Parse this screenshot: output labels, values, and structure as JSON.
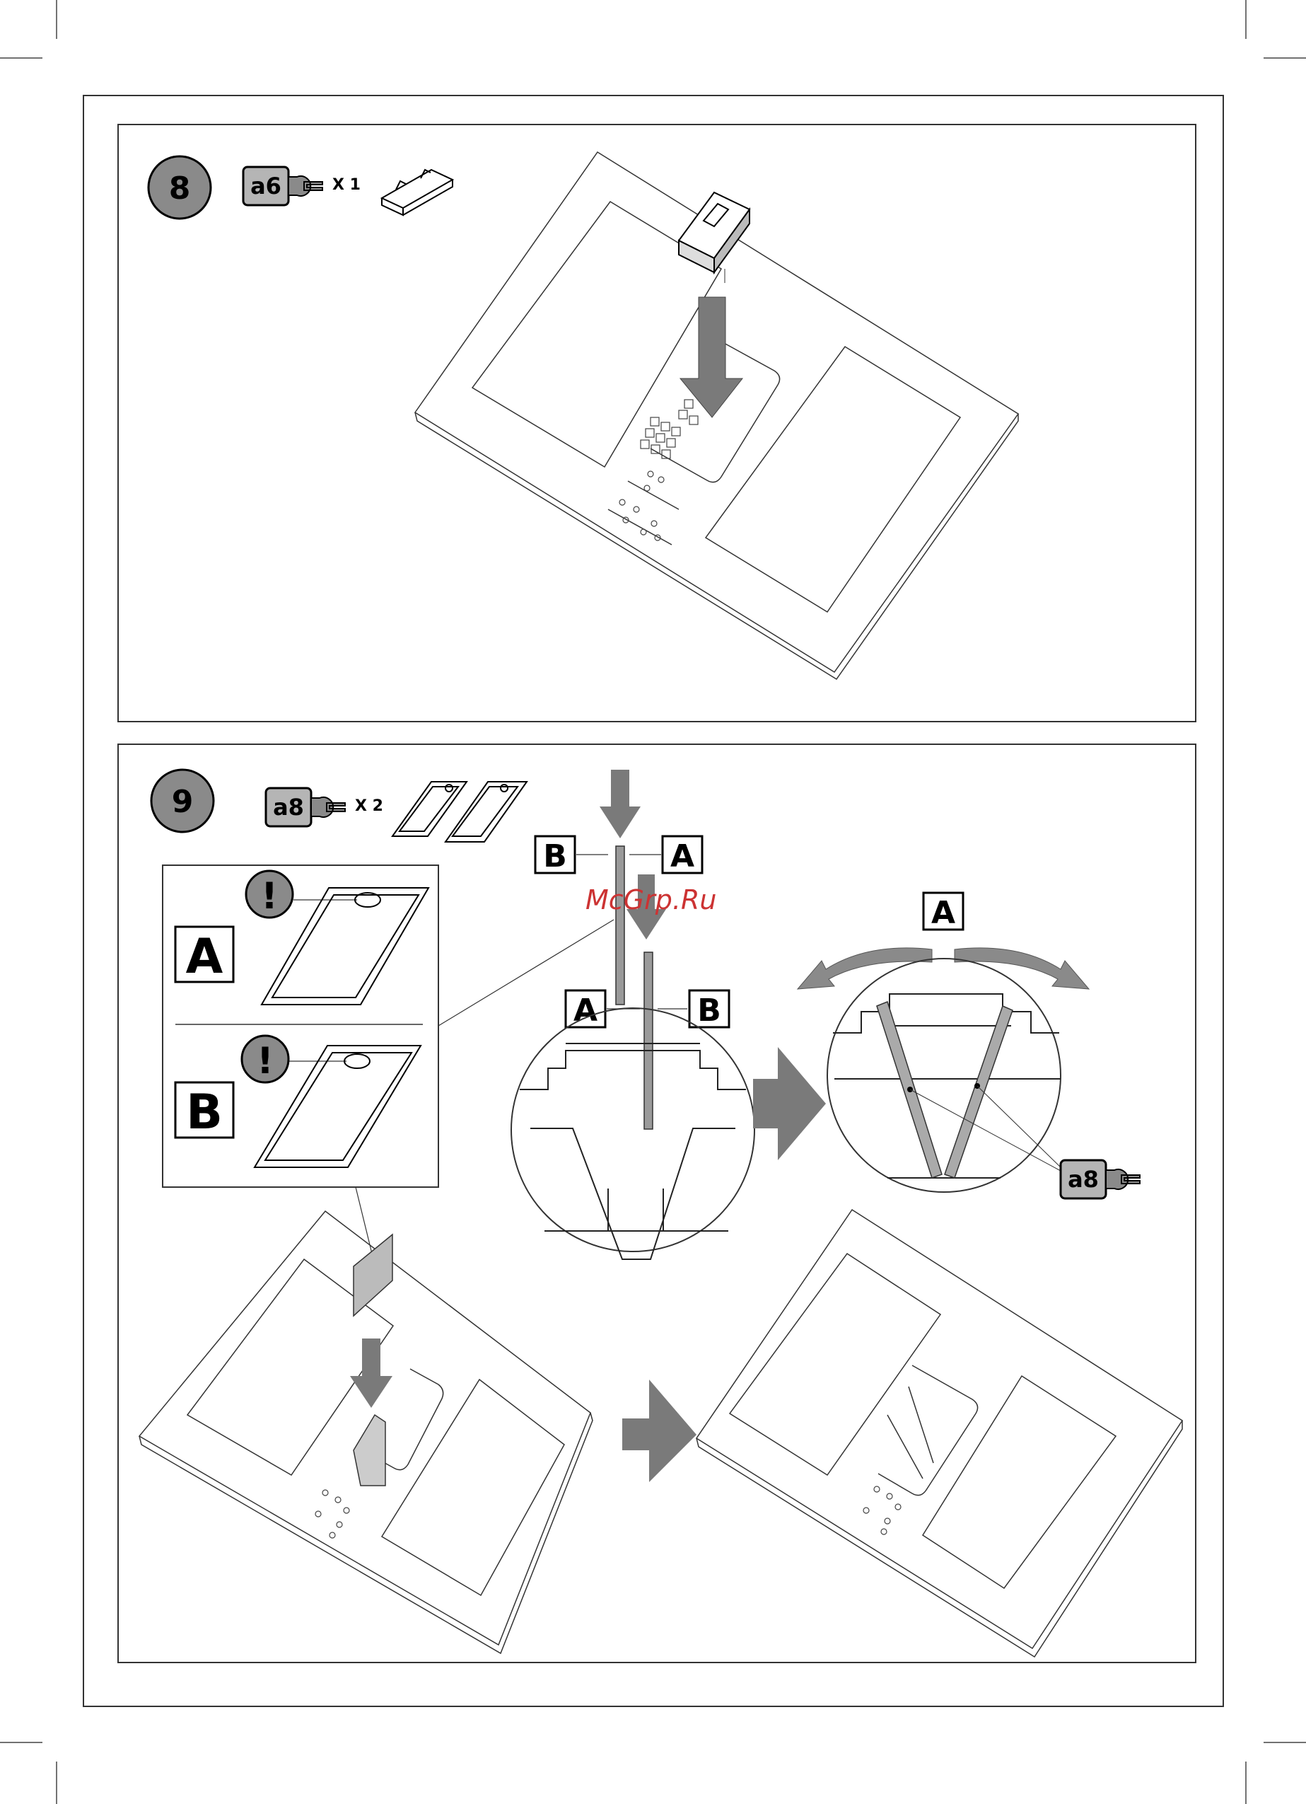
{
  "step8": {
    "number": "8",
    "part_code": "a6",
    "quantity": "X 1"
  },
  "step9": {
    "number": "9",
    "part_code": "a8",
    "quantity": "X 2",
    "inset_label_a": "A",
    "inset_label_b": "B",
    "warning_symbol": "!",
    "detail_label_a": "A",
    "detail_label_b": "B",
    "detail2_label_a": "A",
    "detail2_label_b": "B",
    "result_label_a": "A",
    "result_part_code": "a8"
  },
  "watermark": "McGrp.Ru",
  "colors": {
    "badge_gray": "#8a8a8a",
    "arrow_gray": "#7a7a7a",
    "watermark": "#cc3333"
  },
  "icons": [
    "wrench-icon",
    "down-arrow-icon",
    "right-arrow-icon",
    "warning-icon"
  ]
}
